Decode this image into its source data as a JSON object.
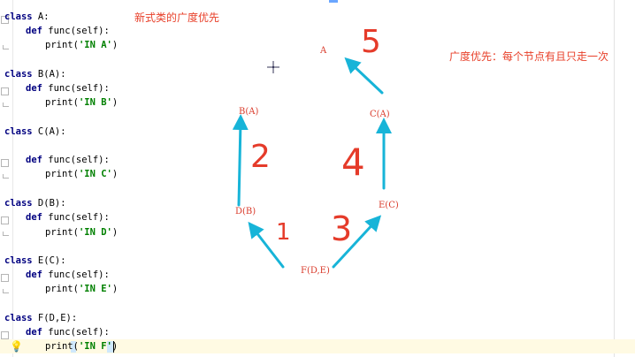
{
  "code_lines": [
    {
      "kw": "class",
      "rest": " A:"
    },
    {
      "kw": "def",
      "rest": " func(self):"
    },
    {
      "pre": "print(",
      "str": "'IN A'",
      "post": ")"
    },
    {
      "kw": "class",
      "rest": " B(A):"
    },
    {
      "kw": "def",
      "rest": " func(self):"
    },
    {
      "pre": "print(",
      "str": "'IN B'",
      "post": ")"
    },
    {
      "kw": "class",
      "rest": " C(A):"
    },
    {
      "kw": "def",
      "rest": " func(self):"
    },
    {
      "pre": "print(",
      "str": "'IN C'",
      "post": ")"
    },
    {
      "kw": "class",
      "rest": " D(B):"
    },
    {
      "kw": "def",
      "rest": " func(self):"
    },
    {
      "pre": "print(",
      "str": "'IN D'",
      "post": ")"
    },
    {
      "kw": "class",
      "rest": " E(C):"
    },
    {
      "kw": "def",
      "rest": " func(self):"
    },
    {
      "pre": "print(",
      "str": "'IN E'",
      "post": ")"
    },
    {
      "kw": "class",
      "rest": " F(D,E):"
    },
    {
      "kw": "def",
      "rest": " func(self):"
    },
    {
      "pre": "print(",
      "str": "'IN F'",
      "post": ")"
    }
  ],
  "annotations": {
    "title_note": "新式类的广度优先",
    "bfs_note": "广度优先：每个节点有且只走一次"
  },
  "nodes": {
    "a": "A",
    "b": "B(A)",
    "c": "C(A)",
    "d": "D(B)",
    "e": "E(C)",
    "f": "F(D,E)"
  },
  "step_numbers": {
    "one": "1",
    "two": "2",
    "three": "3",
    "four": "4",
    "five": "5"
  },
  "colors": {
    "arrow": "#17b4d8",
    "annotation_red": "#e8402a",
    "current_line": "#fffae3"
  }
}
